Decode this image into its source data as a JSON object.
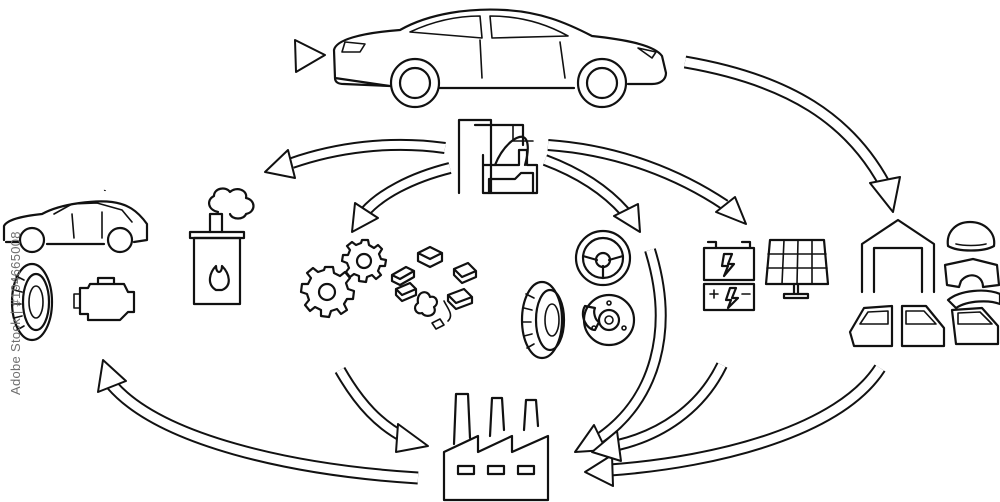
{
  "watermark": {
    "text": "Adobe Stock | #194665008"
  },
  "palette": {
    "stroke": "#111111",
    "background": "#ffffff"
  },
  "icons": {
    "top": "new-car",
    "center": "dismantling-plant",
    "left": [
      "car-body-shell",
      "tire",
      "engine"
    ],
    "middle": [
      "incinerator-energy-recovery",
      "gears",
      "metal-scrap"
    ],
    "parts": [
      "steering-wheel",
      "tire",
      "brake-disc"
    ],
    "electrical": [
      "car-battery",
      "solar-panel"
    ],
    "right": [
      "garage",
      "hood",
      "fender",
      "doors"
    ],
    "bottom": "factory"
  }
}
